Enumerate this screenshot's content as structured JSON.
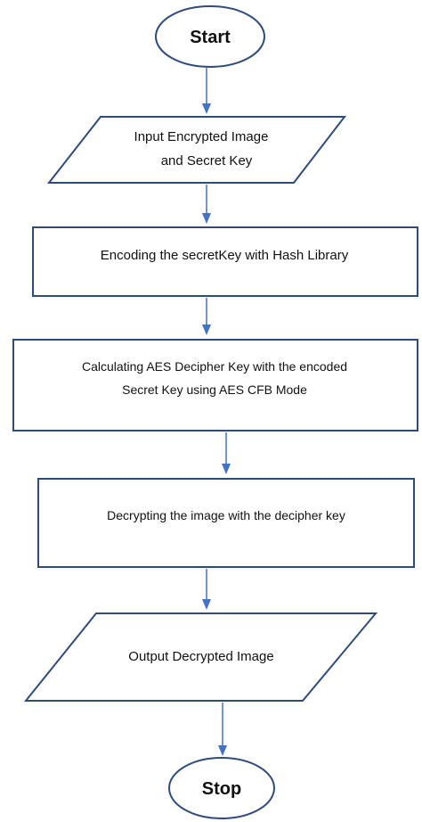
{
  "colors": {
    "outline": "#2f4b7c",
    "arrow": "#4472c4",
    "text": "#111111",
    "background": "#ffffff"
  },
  "flowchart": {
    "start": {
      "label": "Start"
    },
    "input": {
      "line1": "Input Encrypted Image",
      "line2": "and Secret Key"
    },
    "encode": {
      "label": "Encoding the secretKey with Hash Library"
    },
    "calculate": {
      "line1": "Calculating AES Decipher Key with the encoded",
      "line2": "Secret Key using AES CFB Mode"
    },
    "decrypt": {
      "label": "Decrypting the image with the decipher key"
    },
    "output": {
      "label": "Output Decrypted Image"
    },
    "stop": {
      "label": "Stop"
    }
  }
}
